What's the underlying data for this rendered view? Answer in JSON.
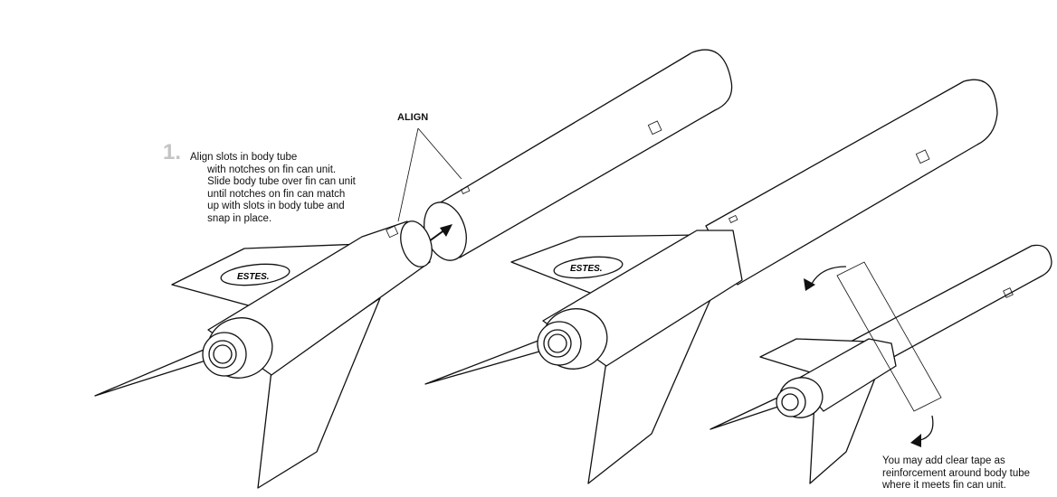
{
  "step": {
    "number": "1.",
    "text": "Align slots in body tube\n      with notches on fin can unit.\n      Slide body tube over fin can unit\n      until notches on fin can match\n      up with slots in body tube and\n      snap in place."
  },
  "align_label": "ALIGN",
  "tape_note": "You may add clear tape as\nreinforcement around body tube\nwhere it meets fin can unit.",
  "logo_text": "ESTES.",
  "colors": {
    "line": "#111111",
    "step_number": "#c4c4c4",
    "background": "#ffffff"
  },
  "icons": [
    "rotate-arrow-icon",
    "insert-arrow-icon",
    "leader-line-icon"
  ]
}
